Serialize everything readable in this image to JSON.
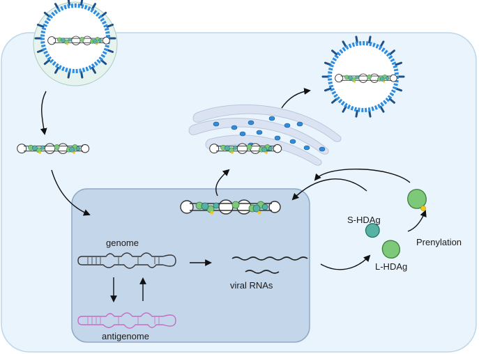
{
  "labels": {
    "genome": "genome",
    "antigenome": "antigenome",
    "viral_rnas": "viral RNAs",
    "s_hdag": "S-HDAg",
    "l_hdag": "L-HDAg",
    "prenylation": "Prenylation"
  },
  "colors": {
    "cell_fill": "#eaf4fc",
    "cell_stroke": "#bcd5e8",
    "nucleus_fill": "#c4d6ea",
    "nucleus_stroke": "#8ea9c6",
    "envelope_blue": "#2e8ddf",
    "spike_dark": "#1e4f86",
    "genome_stroke": "#333333",
    "antigenome_stroke": "#c86ac4",
    "protein_green": "#7ec87a",
    "protein_teal": "#56b3a4",
    "prenyl_yellow": "#f2c718",
    "golgi_fill": "#dbe3f2"
  },
  "icons": [
    "virion-icon",
    "rna-rod-icon",
    "golgi-icon",
    "hdag-protein-icon",
    "arrow-icon"
  ]
}
